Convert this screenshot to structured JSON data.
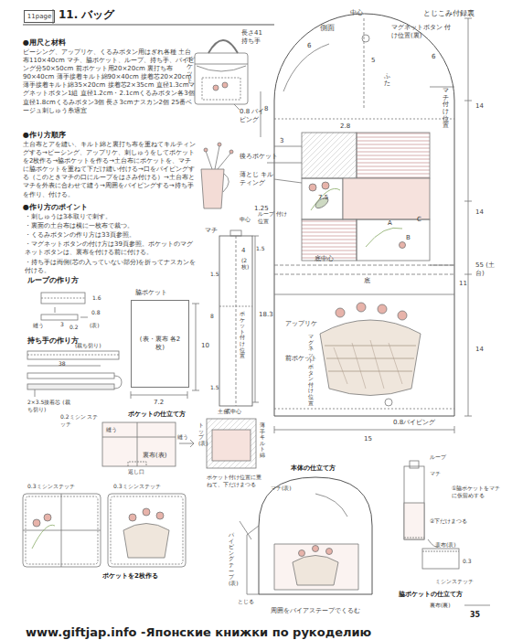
{
  "diagram": {
    "title": "11. バッグ",
    "nodes": [
      {
        "text": [
          "11page"
        ]
      },
      {
        "text": [
          "脇ポケット",
          "(表・裏布 各2枚)"
        ]
      }
    ],
    "labels": [
      "とじこみ付録裏",
      "●用尺と材料",
      "ピーシング、アップリケ、くるみボタン用はぎれ各種 土台布110×40cm マチ、脇ポケット、ループ、持ち手、パイピング分50×50cm 前ポケット用20×20cm 裏打ち布90×40cm 薄手接着キルト綿90×40cm 接着芯20×20cm 薄手接着キルト綿35×20cm 接着芯2×35cm 直径1.3cmマグネットボタン1組 直径1.2cm・2.1cmくるみボタン各3個 直径1.8cmくるみボタン3個 長さ3cmナスカン2個 25番ベージュ刺しゅう糸適宜",
      "●作り方順序",
      "土台布とアを縫い、キルト綿と裏打ち布を重ねてキルティングする→ピーシング、アップリケ、刺しゅうをしてポケットを2枚作る→脇ポケットを作る→土台布にポケットを、マチに脇ポケットを重ねて下だけ縫い付ける→口をパイピングする（このときマチの口にループをはさみ付ける）→土台布とマチを外表に合わせて縫う→周囲をパイピングする→持ち手を作り、付ける。",
      "●作り方のポイント",
      "・刺しゅうは3本取りで刺す。",
      "・裏面の土台布は横に一枚布で裁つ。",
      "・くるみボタンの作り方は33頁参照。",
      "・マグネットボタンの付け方は39頁参照。ポケットのマグネットボタンは、裏布を付ける前に付ける。",
      "・持ち手は両側(芯の入っていない部分)を折ってナスカンを付ける。",
      "長さ41 持ち手",
      "ポケット",
      "0.8 パイピング",
      "側面",
      "中心",
      "マグネットボタン 付け位置(裏)",
      "6",
      "5",
      "6",
      "ふた",
      "マチ付け位置",
      "8",
      "2.8",
      "14",
      "3",
      "7.5",
      "後ろポケット",
      "薄とじ キルティング",
      "A",
      "C",
      "B",
      "1.25",
      "14",
      "55 (土台)",
      "11",
      "底中心",
      "底",
      "アップリケ",
      "前ポケット",
      "14",
      "マグネットボタン付け位置",
      "0.8パイピング",
      "15",
      "マチ",
      "中心",
      "ループ 付け位置",
      "4",
      "(2枚)",
      "18.3",
      "1.5",
      "1.5",
      "8",
      "ポケット付け位置",
      "1.5",
      "底中心",
      "ループの作り方",
      "1.6",
      "0.8",
      "3",
      "縫う",
      "0.2",
      "(表)",
      "持ち手の作り方",
      "(裁ち切り)",
      "38",
      "2×3.5接着芯 (裁ち切り)",
      "0.2ミシン ステッチ",
      "10",
      "7.2",
      "ポケットの仕立て方",
      "縫う",
      "縫う",
      "裏布(表)",
      "返し口",
      "土台",
      "トップ(表)",
      "薄手キルト綿",
      "ポケット付け位置に重ねて、下だけまつる",
      "0.3ミシンステッチ",
      "0.3ミシンステッチ",
      "ポケットを2枚作る",
      "本体の仕立て方",
      "マチ(表)",
      "パイピングテープ(表)",
      "とじる",
      "周囲をバイアステープでくるむ",
      "ループ",
      "マチ",
      "①脇ポケットをマチに仮留めする",
      "②下だけまつる",
      "ミシンステッチ",
      "0.3",
      "脇ポケットの仕立て方",
      "表布(表)",
      "裏布(裏)",
      "35",
      "www.giftjap.info -Японские книжки по рукоделию"
    ]
  }
}
